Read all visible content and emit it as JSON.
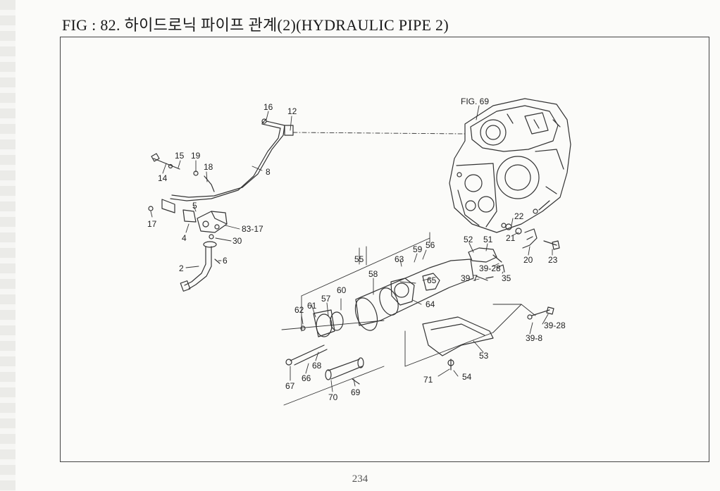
{
  "title": "FIG : 82. 하이드로닉 파이프 관계(2)(HYDRAULIC PIPE 2)",
  "page_number": "234",
  "callouts": {
    "c16": "16",
    "c12": "12",
    "c8": "8",
    "c15": "15",
    "c19": "19",
    "c18": "18",
    "c14": "14",
    "c17": "17",
    "c5": "5",
    "c4": "4",
    "c83_17": "83-17",
    "c30": "30",
    "c6": "6",
    "c2": "2",
    "fig69": "FIG. 69",
    "c22": "22",
    "c21": "21",
    "c20": "20",
    "c23": "23",
    "c52": "52",
    "c51": "51",
    "c39_28a": "39-28",
    "c35": "35",
    "c39_7": "39-7",
    "c55": "55",
    "c63": "63",
    "c59": "59",
    "c56": "56",
    "c58": "58",
    "c65": "65",
    "c64": "64",
    "c60": "60",
    "c57": "57",
    "c61": "61",
    "c62": "62",
    "c39_28b": "39-28",
    "c39_8": "39-8",
    "c53": "53",
    "c71": "71",
    "c54": "54",
    "c68": "68",
    "c67": "67",
    "c66": "66",
    "c70": "70",
    "c69": "69"
  }
}
